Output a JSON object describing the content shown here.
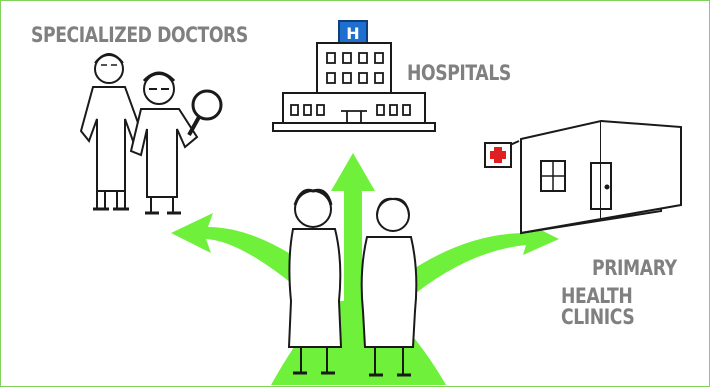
{
  "labels": {
    "specialized_doctors": "SPECIALIZED DOCTORS",
    "hospitals": "HOSPITALS",
    "primary_line1": "PRIMARY",
    "primary_line2": "HEALTH CLINICS",
    "hospital_sign": "H"
  },
  "colors": {
    "arrow": "#6ff03a",
    "label": "#808080",
    "frame_border": "#7fd35c",
    "hospital_sign_bg": "#1f6fd1",
    "cross": "#e02020"
  },
  "icons": [
    "magnifying-glass-icon",
    "medical-cross-icon",
    "hospital-sign-icon"
  ]
}
